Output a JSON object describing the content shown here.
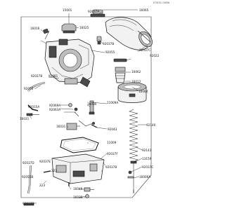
{
  "diagram_code": "E3031-0086",
  "part_labels": {
    "p15001": "15001",
    "p92037a_top": "92037A",
    "p16065": "16065",
    "p16025": "16025",
    "p16016": "16016",
    "p92037b_top": "92037B",
    "p92055_top": "92055",
    "p92037c_right": "92037C",
    "p92022": "92022",
    "p92027b": "92027B",
    "p92081": "92081",
    "p92055_left": "92055",
    "p16062": "16062",
    "p16012": "16012",
    "p16064": "16064",
    "p92015a": "92015A",
    "p92069a": "92069A",
    "p92063a": "92063A",
    "p16030": "16030",
    "p16021": "16021",
    "p11009a": "11009A",
    "p16031": "16031",
    "p92043": "92043",
    "p92140": "92140",
    "p11009": "11009",
    "p92037f": "92037F",
    "p92143": "92143",
    "p13159": "13159",
    "p92037c_bottom": "92037C",
    "p92037e": "92037E",
    "p92037b_bottom": "92037B",
    "p16006a": "16006A",
    "p92037d_left": "92037D",
    "p223_a": "223",
    "p92055b": "92055B",
    "p223_b": "223",
    "p16049": "16049",
    "p16035": "16035",
    "p92037d_bottom": "92037D"
  }
}
